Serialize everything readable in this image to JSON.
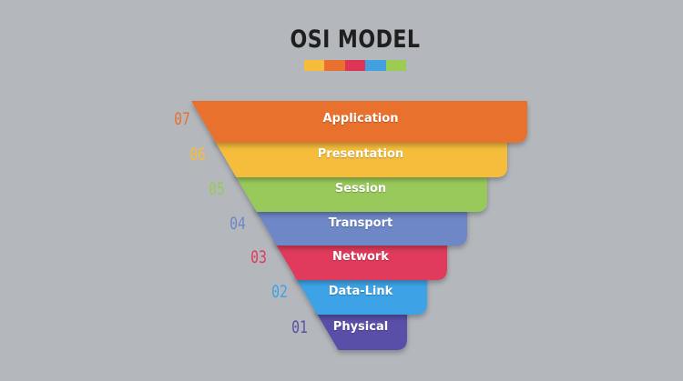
{
  "title": "OSI MODEL",
  "swatch_colors": [
    "#f5bd3a",
    "#e8712f",
    "#de3458",
    "#42a0e0",
    "#9bcd52"
  ],
  "layers": [
    {
      "name": "Application",
      "number": "07",
      "color": "#e8712f",
      "number_color": "#e8712f"
    },
    {
      "name": "Presentation",
      "number": "06",
      "color": "#f5bd3a",
      "number_color": "#f5bd3a"
    },
    {
      "name": "Session",
      "number": "05",
      "color": "#99c95a",
      "number_color": "#99c95a"
    },
    {
      "name": "Transport",
      "number": "04",
      "color": "#6e87c6",
      "number_color": "#6e87c6"
    },
    {
      "name": "Network",
      "number": "03",
      "color": "#e03a5c",
      "number_color": "#e03a5c"
    },
    {
      "name": "Data-Link",
      "number": "02",
      "color": "#3ea3e6",
      "number_color": "#3ea3e6"
    },
    {
      "name": "Physical",
      "number": "01",
      "color": "#5a4fa8",
      "number_color": "#5a4fa8"
    }
  ]
}
